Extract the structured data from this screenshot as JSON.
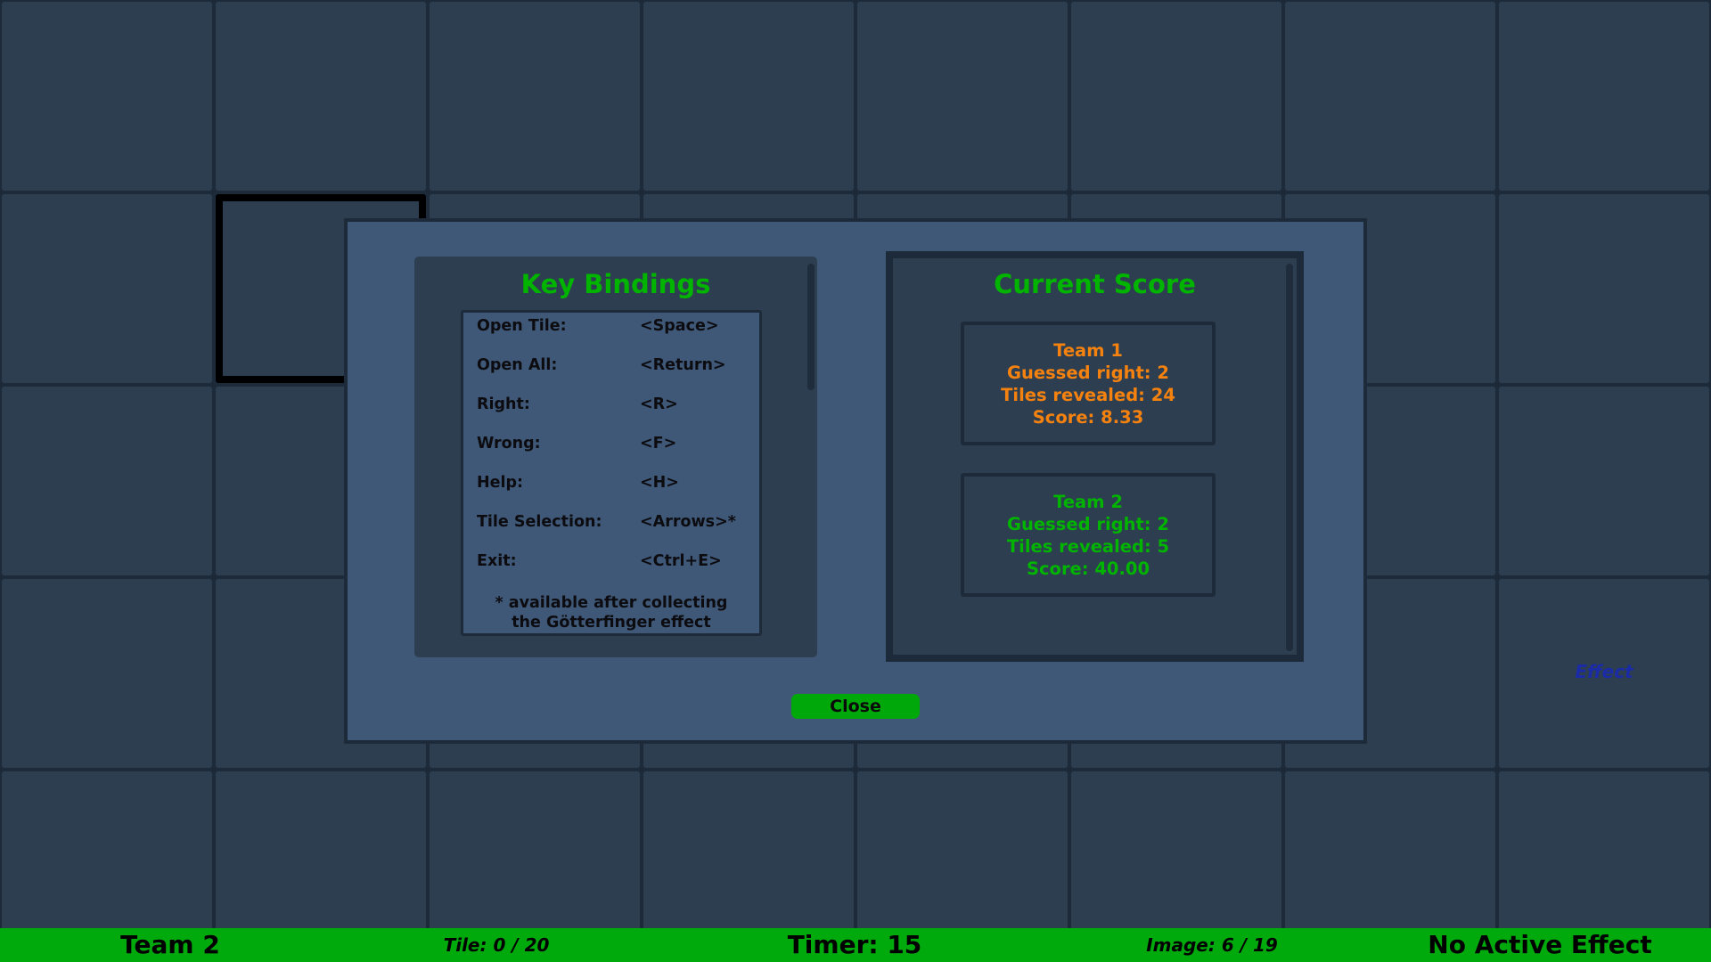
{
  "board": {
    "columns": 8,
    "rows": 5,
    "selected_tile": {
      "column": 2,
      "row": 2
    },
    "effect_label": "Effect",
    "colors": {
      "tile": "#2d3e51",
      "effect": "#1b2ba8"
    }
  },
  "modal": {
    "key_bindings": {
      "title": "Key Bindings",
      "items": [
        {
          "label": "Open Tile:",
          "key": "<Space>"
        },
        {
          "label": "Open All:",
          "key": "<Return>"
        },
        {
          "label": "Right:",
          "key": "<R>"
        },
        {
          "label": "Wrong:",
          "key": "<F>"
        },
        {
          "label": "Help:",
          "key": "<H>"
        },
        {
          "label": "Tile Selection:",
          "key": "<Arrows>*"
        },
        {
          "label": "Exit:",
          "key": "<Ctrl+E>"
        }
      ],
      "note_line1": "* available after collecting",
      "note_line2": "the Götterfinger effect"
    },
    "score": {
      "title": "Current Score",
      "teams": [
        {
          "name": "Team 1",
          "guessed": "Guessed right: 2",
          "tiles": "Tiles revealed: 24",
          "score": "Score: 8.33",
          "color": "#f5820f"
        },
        {
          "name": "Team 2",
          "guessed": "Guessed right: 2",
          "tiles": "Tiles revealed: 5",
          "score": "Score: 40.00",
          "color": "#00b400"
        }
      ]
    },
    "close_label": "Close"
  },
  "status_bar": {
    "team": "Team 2",
    "tile": "Tile: 0 / 20",
    "timer": "Timer: 15",
    "image": "Image: 6 / 19",
    "effect": "No Active Effect",
    "color": "#00aa0c"
  }
}
